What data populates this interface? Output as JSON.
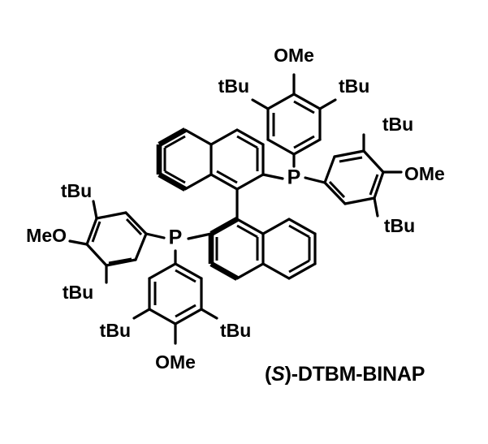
{
  "figure": {
    "kind": "chemical-structure-diagram",
    "caption_prefix": "(",
    "caption_stereo": "S",
    "caption_suffix": ")-DTBM-BINAP",
    "caption_full": "(S)-DTBM-BINAP",
    "background_color": "#ffffff",
    "line_color": "#000000"
  },
  "atoms": {
    "phosphorus_upper": "P",
    "phosphorus_lower": "P"
  },
  "substituents": {
    "methoxy_right": "OMe",
    "methoxy_left": "MeO",
    "tert_butyl": "tBu"
  },
  "labels": {
    "top_ring": {
      "ome_top": "OMe",
      "tbu_left": "tBu",
      "tbu_right": "tBu"
    },
    "right_ring": {
      "tbu_top": "tBu",
      "ome_right": "OMe",
      "tbu_bottom": "tBu"
    },
    "left_ring": {
      "tbu_top": "tBu",
      "meo_left": "MeO",
      "tbu_bottom": "tBu"
    },
    "bottom_ring": {
      "tbu_left": "tBu",
      "tbu_right": "tBu",
      "ome_bottom": "OMe"
    },
    "core": {
      "p_upper": "P",
      "p_lower": "P"
    }
  },
  "chart_data": {
    "type": "diagram",
    "title": "(S)-DTBM-BINAP",
    "description": "Skeletal structure of the axially chiral bisphosphine ligand (S)-DTBM-BINAP: a 1,1'-binaphthyl backbone bearing two phosphorus atoms, each substituted with two 3,5-di-tert-butyl-4-methoxyphenyl (DTBM) aryl groups.",
    "components": [
      {
        "name": "binaphthyl-core",
        "count": 2,
        "label": "naphthalene"
      },
      {
        "name": "phosphorus",
        "count": 2,
        "label": "P"
      },
      {
        "name": "dtbm-aryl",
        "count": 4,
        "label": "3,5-di-tert-butyl-4-methoxyphenyl"
      },
      {
        "name": "tert-butyl",
        "count": 8,
        "label": "tBu"
      },
      {
        "name": "methoxy",
        "count": 4,
        "label": "OMe"
      }
    ]
  }
}
